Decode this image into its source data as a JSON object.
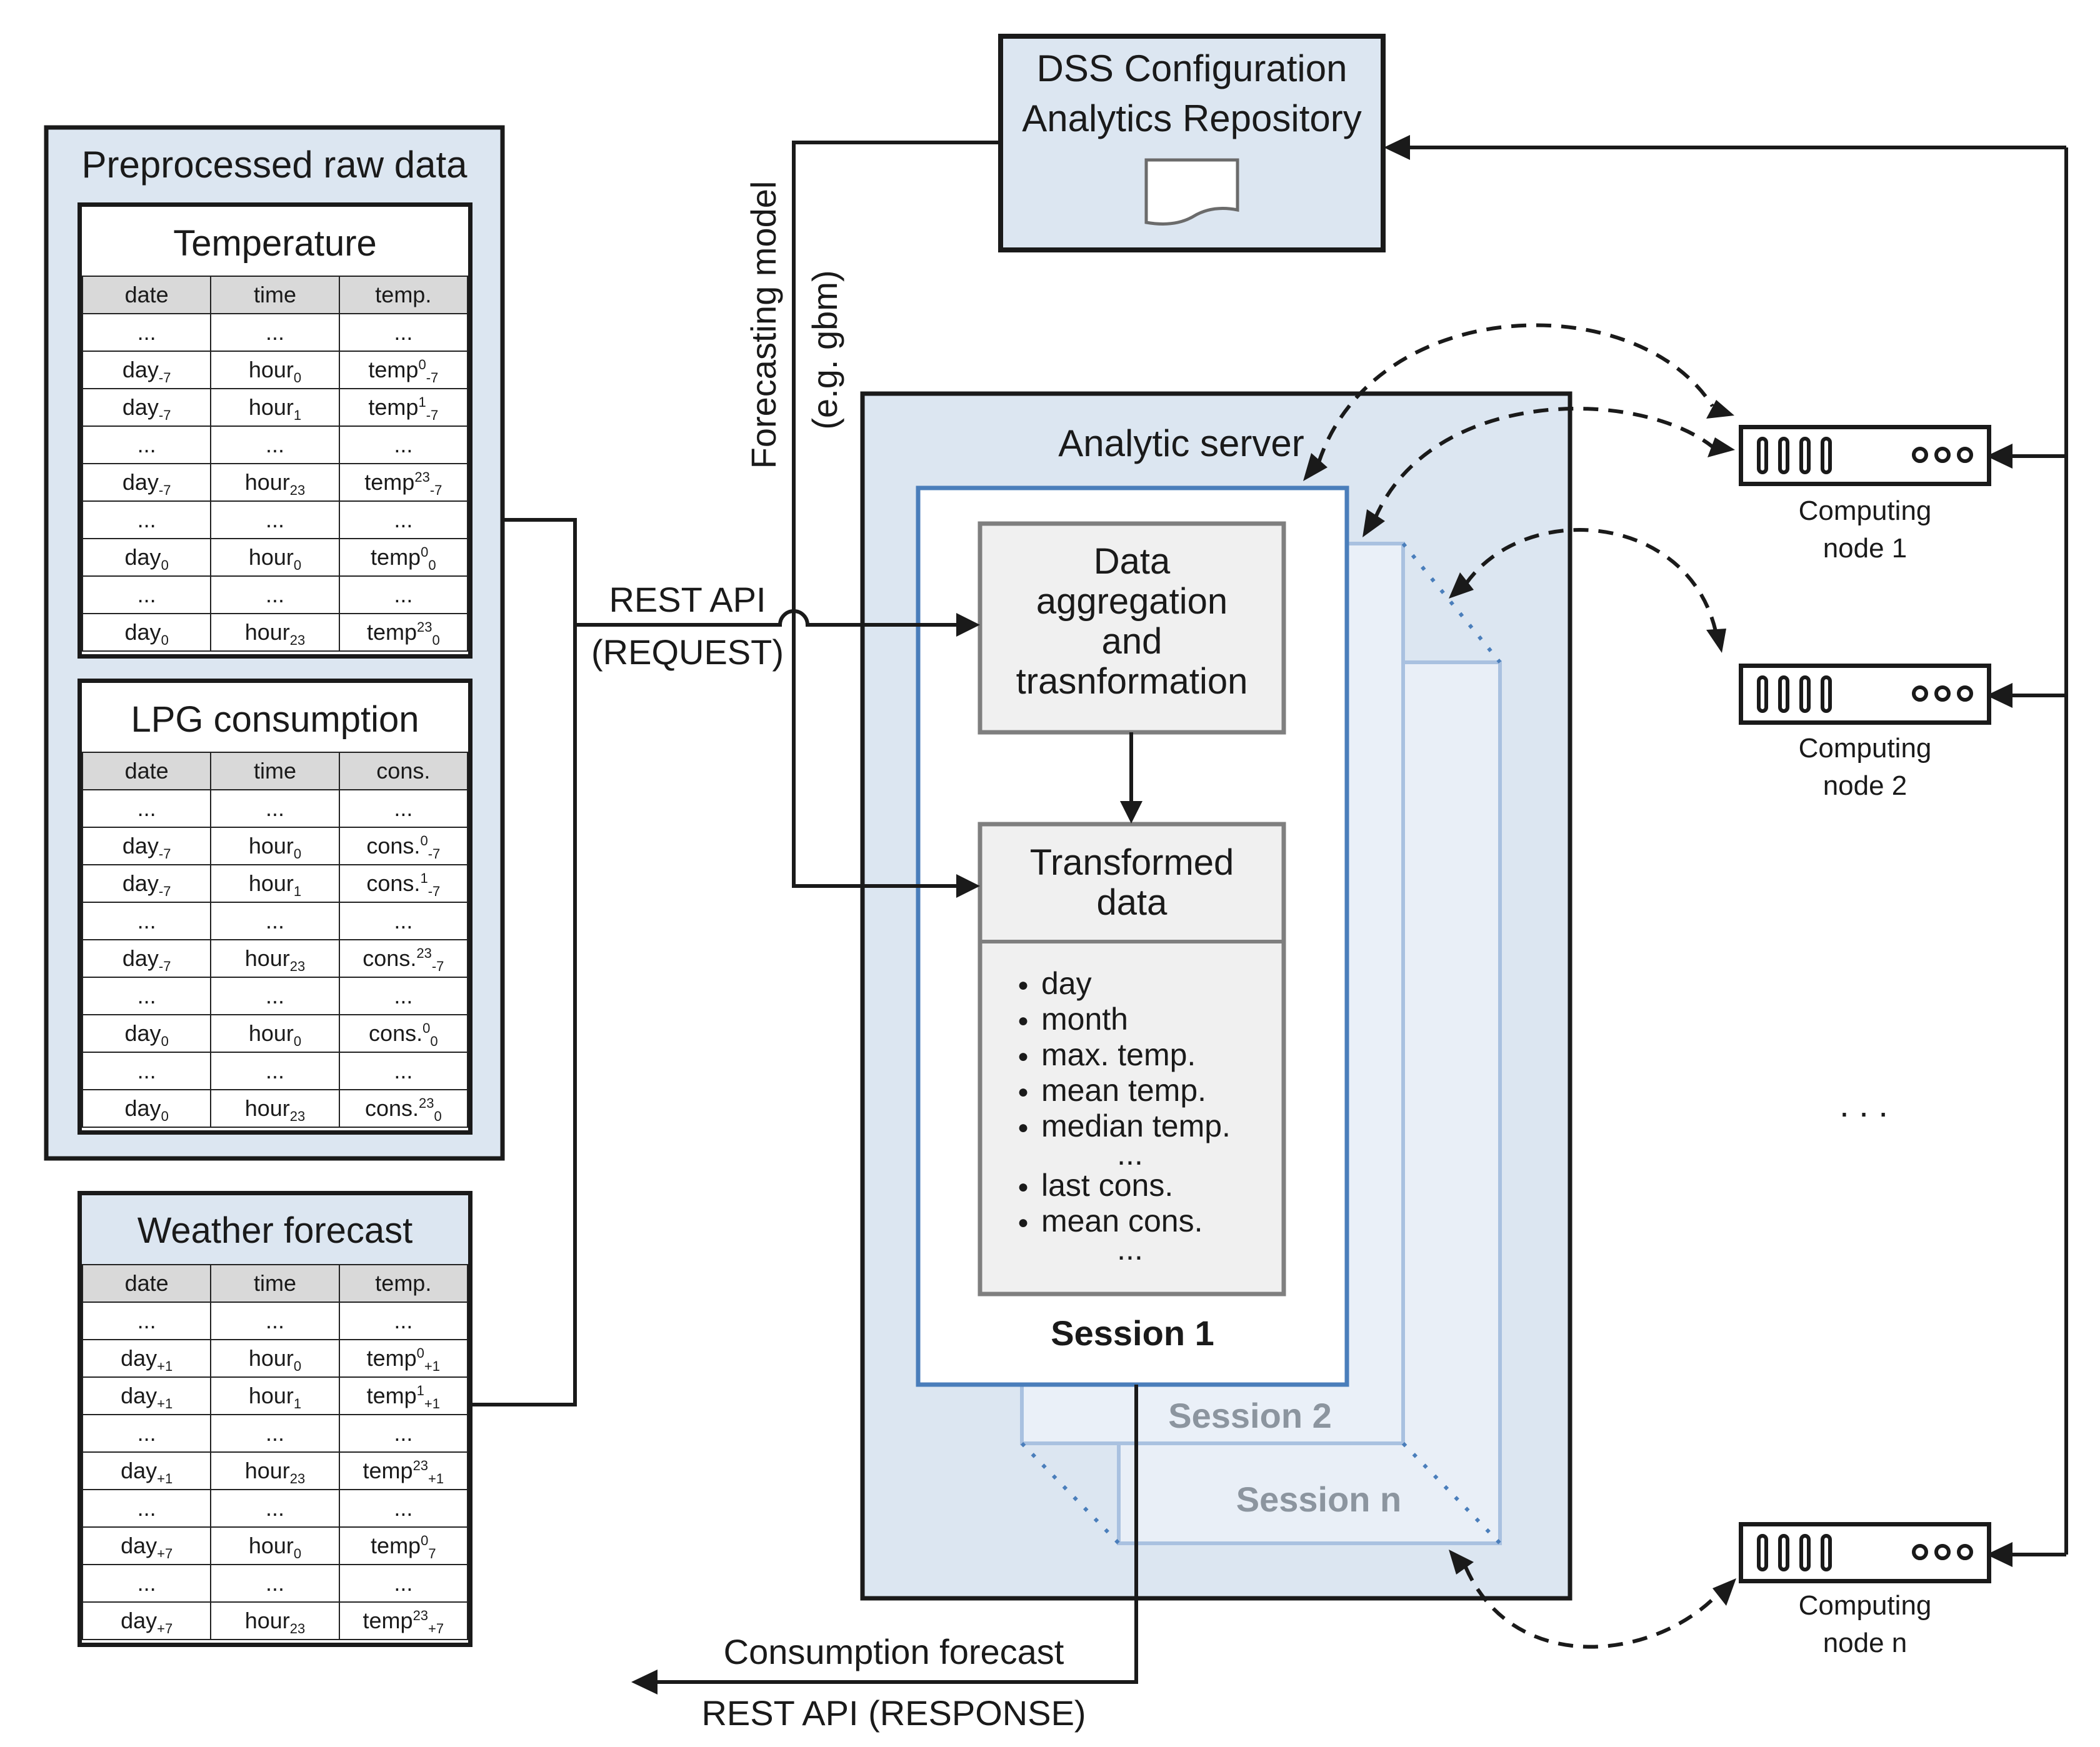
{
  "dss": {
    "line1": "DSS Configuration",
    "line2": "Analytics Repository"
  },
  "raw_data": {
    "title": "Preprocessed raw data",
    "temperature": {
      "title": "Temperature",
      "columns": [
        "date",
        "time",
        "temp."
      ],
      "rows": [
        [
          "...",
          "...",
          "..."
        ],
        [
          "day|-7",
          "hour|0",
          "temp|0|-7"
        ],
        [
          "day|-7",
          "hour|1",
          "temp|1|-7"
        ],
        [
          "...",
          "...",
          "..."
        ],
        [
          "day|-7",
          "hour|23",
          "temp|23|-7"
        ],
        [
          "...",
          "...",
          "..."
        ],
        [
          "day|0",
          "hour|0",
          "temp|0|0"
        ],
        [
          "...",
          "...",
          "..."
        ],
        [
          "day|0",
          "hour|23",
          "temp|23|0"
        ]
      ]
    },
    "lpg": {
      "title": "LPG consumption",
      "columns": [
        "date",
        "time",
        "cons."
      ],
      "rows": [
        [
          "...",
          "...",
          "..."
        ],
        [
          "day|-7",
          "hour|0",
          "cons.|0|-7"
        ],
        [
          "day|-7",
          "hour|1",
          "cons.|1|-7"
        ],
        [
          "...",
          "...",
          "..."
        ],
        [
          "day|-7",
          "hour|23",
          "cons.|23|-7"
        ],
        [
          "...",
          "...",
          "..."
        ],
        [
          "day|0",
          "hour|0",
          "cons.|0|0"
        ],
        [
          "...",
          "...",
          "..."
        ],
        [
          "day|0",
          "hour|23",
          "cons.|23|0"
        ]
      ]
    }
  },
  "weather": {
    "title": "Weather forecast",
    "columns": [
      "date",
      "time",
      "temp."
    ],
    "rows": [
      [
        "...",
        "...",
        "..."
      ],
      [
        "day|+1",
        "hour|0",
        "temp|0|+1"
      ],
      [
        "day|+1",
        "hour|1",
        "temp|1|+1"
      ],
      [
        "...",
        "...",
        "..."
      ],
      [
        "day|+1",
        "hour|23",
        "temp|23|+1"
      ],
      [
        "...",
        "...",
        "..."
      ],
      [
        "day|+7",
        "hour|0",
        "temp|0|7"
      ],
      [
        "...",
        "...",
        "..."
      ],
      [
        "day|+7",
        "hour|23",
        "temp|23|+7"
      ]
    ]
  },
  "labels": {
    "forecasting_model": "Forecasting model",
    "forecasting_model_example": "(e.g. gbm)",
    "rest_api_request_1": "REST API",
    "rest_api_request_2": "(REQUEST)",
    "consumption_forecast": "Consumption forecast",
    "rest_api_response": "REST API (RESPONSE)"
  },
  "analytic_server": {
    "title": "Analytic server",
    "aggregation": [
      "Data",
      "aggregation",
      "and",
      "trasnformation"
    ],
    "transformed": [
      "Transformed",
      "data"
    ],
    "features": [
      {
        "type": "bullet",
        "text": "day"
      },
      {
        "type": "bullet",
        "text": "month"
      },
      {
        "type": "bullet",
        "text": "max. temp."
      },
      {
        "type": "bullet",
        "text": "mean temp."
      },
      {
        "type": "bullet",
        "text": "median temp."
      },
      {
        "type": "ellipsis",
        "text": "..."
      },
      {
        "type": "bullet",
        "text": "last cons."
      },
      {
        "type": "bullet",
        "text": "mean cons."
      },
      {
        "type": "ellipsis",
        "text": "..."
      }
    ],
    "session_1": "Session 1",
    "session_2": "Session 2",
    "session_n": "Session n"
  },
  "nodes": [
    {
      "line1": "Computing",
      "line2": "node 1"
    },
    {
      "line1": "Computing",
      "line2": "node 2"
    },
    {
      "line1": "Computing",
      "line2": "node n"
    }
  ],
  "nodes_ellipsis": ". . .",
  "colors": {
    "panel_fill": "#dce6f1",
    "session_blue": "#4a7ebb",
    "session_faded": "#a9c1e0",
    "session_faded_text": "#8c959f",
    "gray_box": "#f0f0f0",
    "gray_border": "#7f7f7f",
    "line": "#1a1a1a"
  }
}
